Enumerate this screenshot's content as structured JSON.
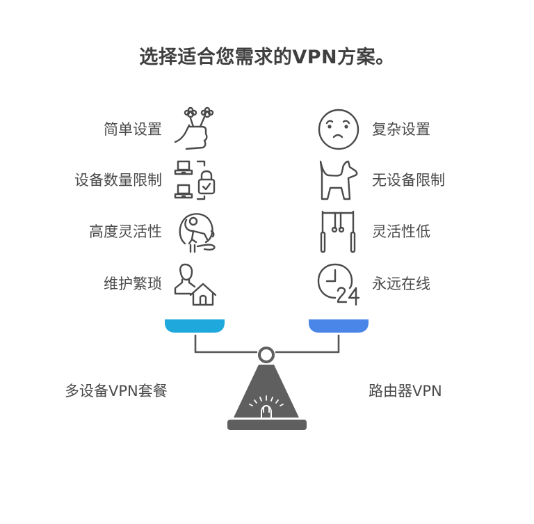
{
  "title": "选择适合您需求的VPN方案。",
  "left": {
    "option_label": "多设备VPN套餐",
    "pan_color": "#1fa8dc",
    "features": [
      {
        "label": "简单设置",
        "icon": "hand-holding-flowers-icon"
      },
      {
        "label": "设备数量限制",
        "icon": "laptops-with-lock-icon"
      },
      {
        "label": "高度灵活性",
        "icon": "flexible-gymnast-icon"
      },
      {
        "label": "维护繁琐",
        "icon": "person-with-house-icon"
      }
    ]
  },
  "right": {
    "option_label": "路由器VPN",
    "pan_color": "#4a86e8",
    "features": [
      {
        "label": "复杂设置",
        "icon": "confused-face-icon"
      },
      {
        "label": "无设备限制",
        "icon": "dog-icon"
      },
      {
        "label": "灵活性低",
        "icon": "rigid-rings-icon"
      },
      {
        "label": "永远在线",
        "icon": "clock-24-icon"
      }
    ]
  },
  "scale": {
    "base_color": "#5f5f5f",
    "beam_color": "#555555"
  }
}
